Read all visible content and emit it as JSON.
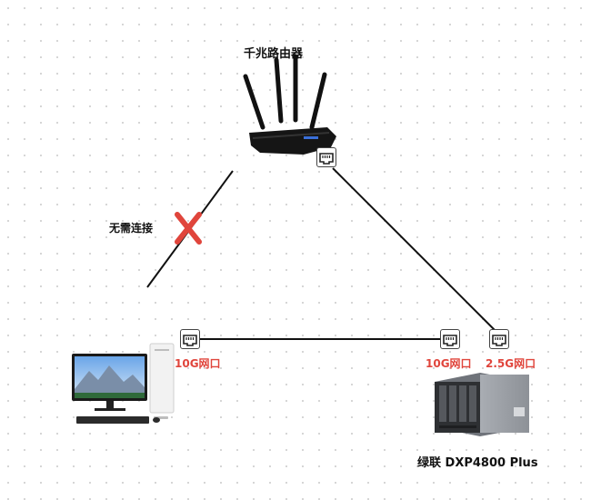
{
  "devices": {
    "router": {
      "label": "千兆路由器"
    },
    "nas": {
      "label": "绿联 DXP4800 Plus"
    },
    "pc": {
      "label": ""
    }
  },
  "ports": {
    "pc": {
      "label": "10G网口"
    },
    "nas_10g": {
      "label": "10G网口"
    },
    "nas_2_5g": {
      "label": "2.5G网口"
    }
  },
  "links": {
    "router_pc": {
      "note": "无需连接",
      "status": "not-connected"
    }
  },
  "colors": {
    "accent_red": "#e0453c",
    "line": "#111111"
  }
}
